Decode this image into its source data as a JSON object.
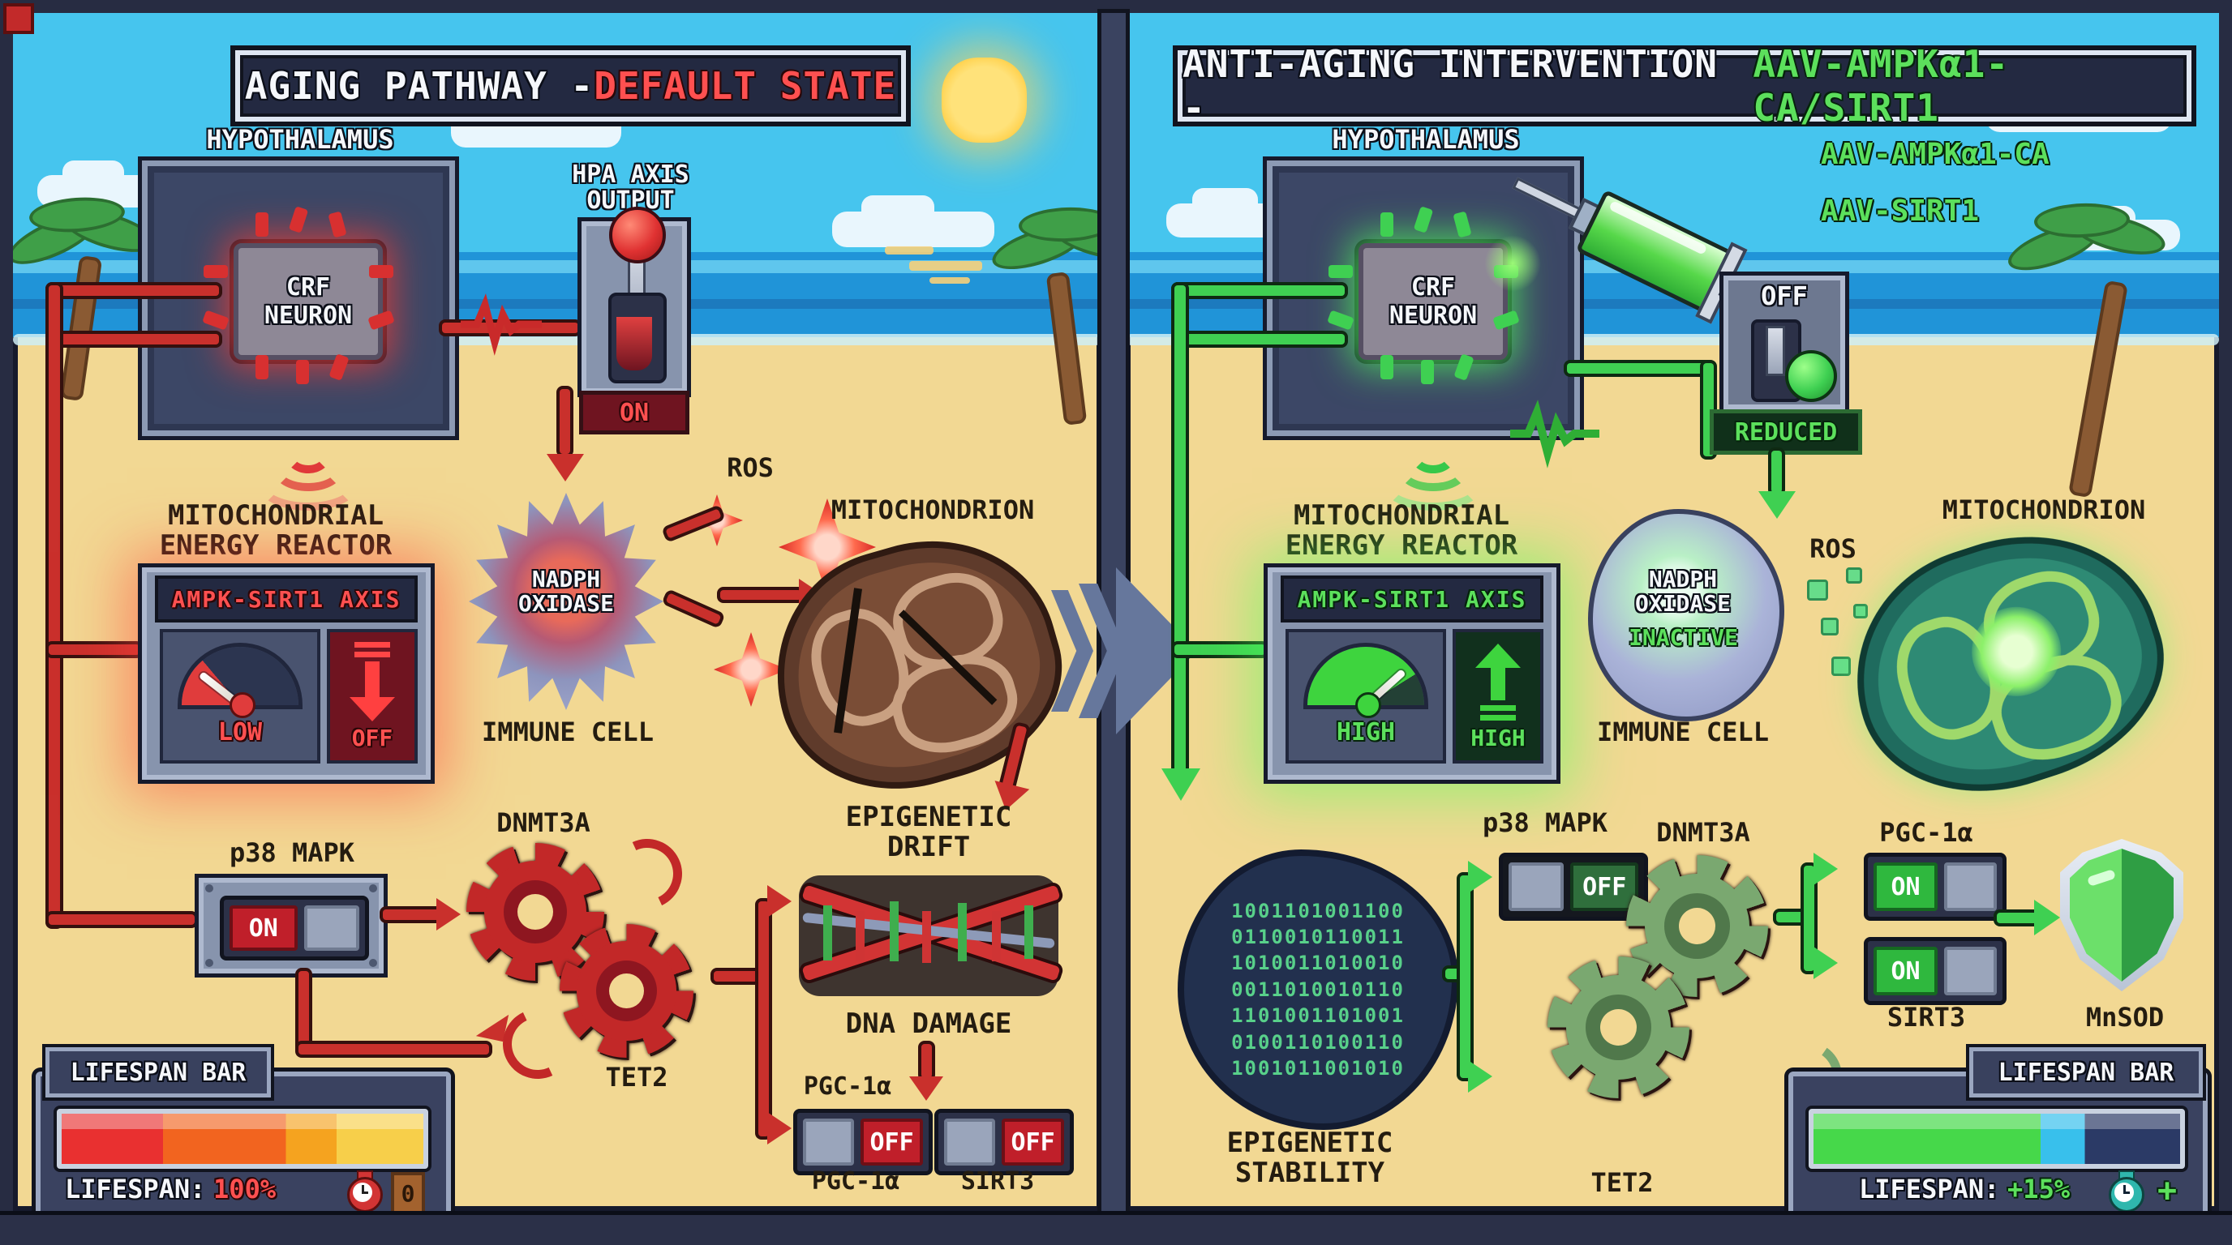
{
  "left": {
    "title_main": "AGING PATHWAY - ",
    "title_accent": "DEFAULT STATE",
    "hypothalamus_label": "HYPOTHALAMUS",
    "crf_chip": "CRF NEURON",
    "hpa_label": "HPA AXIS OUTPUT",
    "hpa_state": "ON",
    "reactor_label": "MITOCHONDRIAL ENERGY REACTOR",
    "reactor_axis": "AMPK-SIRT1 AXIS",
    "gauge_state": "LOW",
    "toggle_state": "OFF",
    "immune_core": "NADPH OXIDASE",
    "immune_label": "IMMUNE CELL",
    "ros_label": "ROS",
    "mito_label": "MITOCHONDRION",
    "epigenetic_label": "EPIGENETIC DRIFT",
    "dna_damage_label": "DNA DAMAGE",
    "p38_label": "p38 MAPK",
    "p38_state": "ON",
    "dnmt3a_label": "DNMT3A",
    "tet2_label": "TET2",
    "pgc_callout": "PGC-1α",
    "pgc_switch_state": "OFF",
    "pgc_switch_label": "PGC-1α",
    "sirt3_switch_state": "OFF",
    "sirt3_switch_label": "SIRT3",
    "lifespan_title": "LIFESPAN BAR",
    "lifespan_label": "LIFESPAN:",
    "lifespan_value": "100%",
    "lifespan_counter": "0"
  },
  "right": {
    "title_main": "ANTI-AGING INTERVENTION - ",
    "title_accent": "AAV-AMPKα1-CA/SIRT1",
    "hypothalamus_label": "HYPOTHALAMUS",
    "crf_chip": "CRF NEURON",
    "syringe_label1": "AAV-AMPKα1-CA",
    "syringe_label2": "AAV-SIRT1",
    "lever_state": "OFF",
    "lever_caption": "REDUCED",
    "reactor_label": "MITOCHONDRIAL ENERGY REACTOR",
    "reactor_axis": "AMPK-SIRT1 AXIS",
    "gauge_state": "HIGH",
    "toggle_state": "HIGH",
    "immune_core": "NADPH OXIDASE",
    "immune_status": "INACTIVE",
    "immune_label": "IMMUNE CELL",
    "ros_label": "ROS",
    "mito_label": "MITOCHONDRION",
    "epigenetic_label": "EPIGENETIC STABILITY",
    "binary_rows": [
      "1001101001100",
      "0110010110011",
      "1010011010010",
      "0011010010110",
      "1101001101001",
      "0100110100110",
      "1001011001010"
    ],
    "p38_label": "p38 MAPK",
    "p38_state": "OFF",
    "dnmt3a_label": "DNMT3A",
    "tet2_label": "TET2",
    "pgc_label": "PGC-1α",
    "pgc_state": "ON",
    "sirt3_state": "ON",
    "sirt3_label": "SIRT3",
    "mnsod_label": "MnSOD",
    "lifespan_title": "LIFESPAN BAR",
    "lifespan_label": "LIFESPAN:",
    "lifespan_value": "+15%",
    "lifespan_plus": "+"
  },
  "colors": {
    "red_accent": "#cf2d2d",
    "green_accent": "#3fd052",
    "navy_panel": "#3c4766",
    "sky": "#46c5ee",
    "ocean": "#2094d8",
    "sand": "#f2d893",
    "lifespan_left_segments": [
      "#e93030",
      "#f2641f",
      "#f5a31f",
      "#f7cf4a"
    ],
    "lifespan_right_segments": [
      "#46d84a",
      "#38c0ec",
      "#2b3a66"
    ]
  }
}
